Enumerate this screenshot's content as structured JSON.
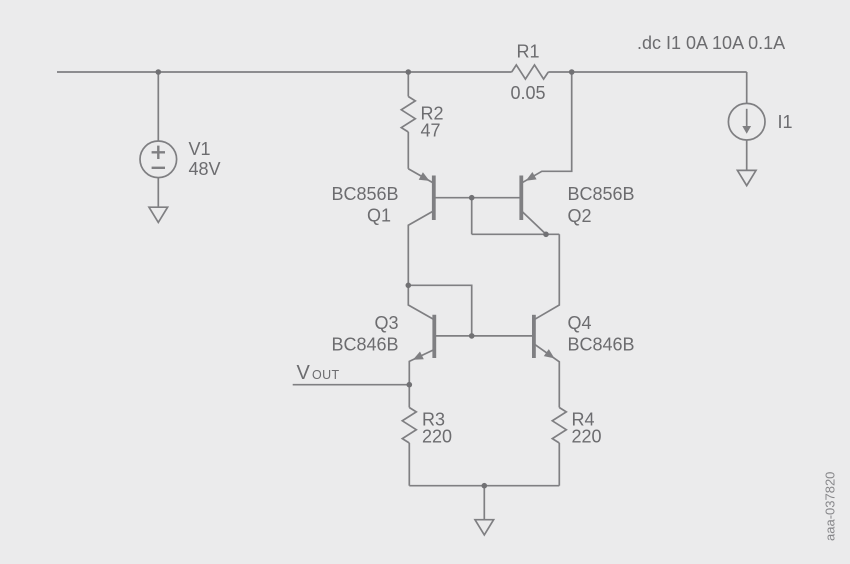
{
  "figure": {
    "directive": ".dc I1 0A 10A 0.1A",
    "watermark": "aaa-037820",
    "colors": {
      "background": "#ebebec",
      "lines": "#7f7f82",
      "text": "#6c6c6f"
    }
  },
  "components": {
    "v1": {
      "ref": "V1",
      "value": "48V"
    },
    "i1": {
      "ref": "I1"
    },
    "r1": {
      "ref": "R1",
      "value": "0.05"
    },
    "r2": {
      "ref": "R2",
      "value": "47"
    },
    "r3": {
      "ref": "R3",
      "value": "220"
    },
    "r4": {
      "ref": "R4",
      "value": "220"
    },
    "q1": {
      "ref": "Q1",
      "part": "BC856B"
    },
    "q2": {
      "ref": "Q2",
      "part": "BC856B"
    },
    "q3": {
      "ref": "Q3",
      "part": "BC846B"
    },
    "q4": {
      "ref": "Q4",
      "part": "BC846B"
    }
  },
  "nets": {
    "vout": {
      "name": "V",
      "subscript": "OUT"
    }
  }
}
